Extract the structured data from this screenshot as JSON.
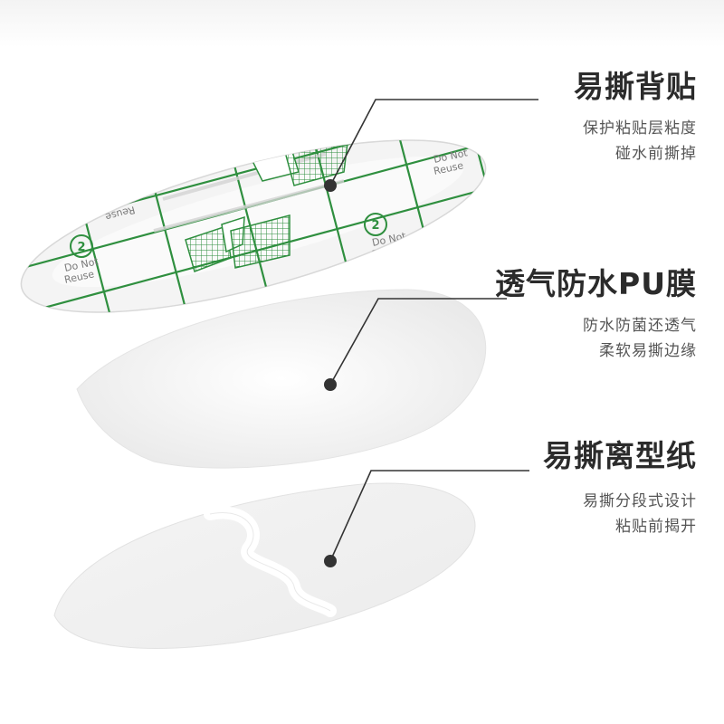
{
  "layers": [
    {
      "title": "易撕背贴",
      "lines": [
        "保护粘贴层粘度",
        "碰水前撕掉"
      ]
    },
    {
      "title": "透气防水PU膜",
      "lines": [
        "防水防菌还透气",
        "柔软易撕边缘"
      ]
    },
    {
      "title": "易撕离型纸",
      "lines": [
        "易撕分段式设计",
        "粘贴前揭开"
      ]
    }
  ],
  "sticker_print": {
    "line1": "Do Not",
    "line2": "Reuse",
    "badge": "2",
    "grid_color": "#2f8f3f"
  }
}
